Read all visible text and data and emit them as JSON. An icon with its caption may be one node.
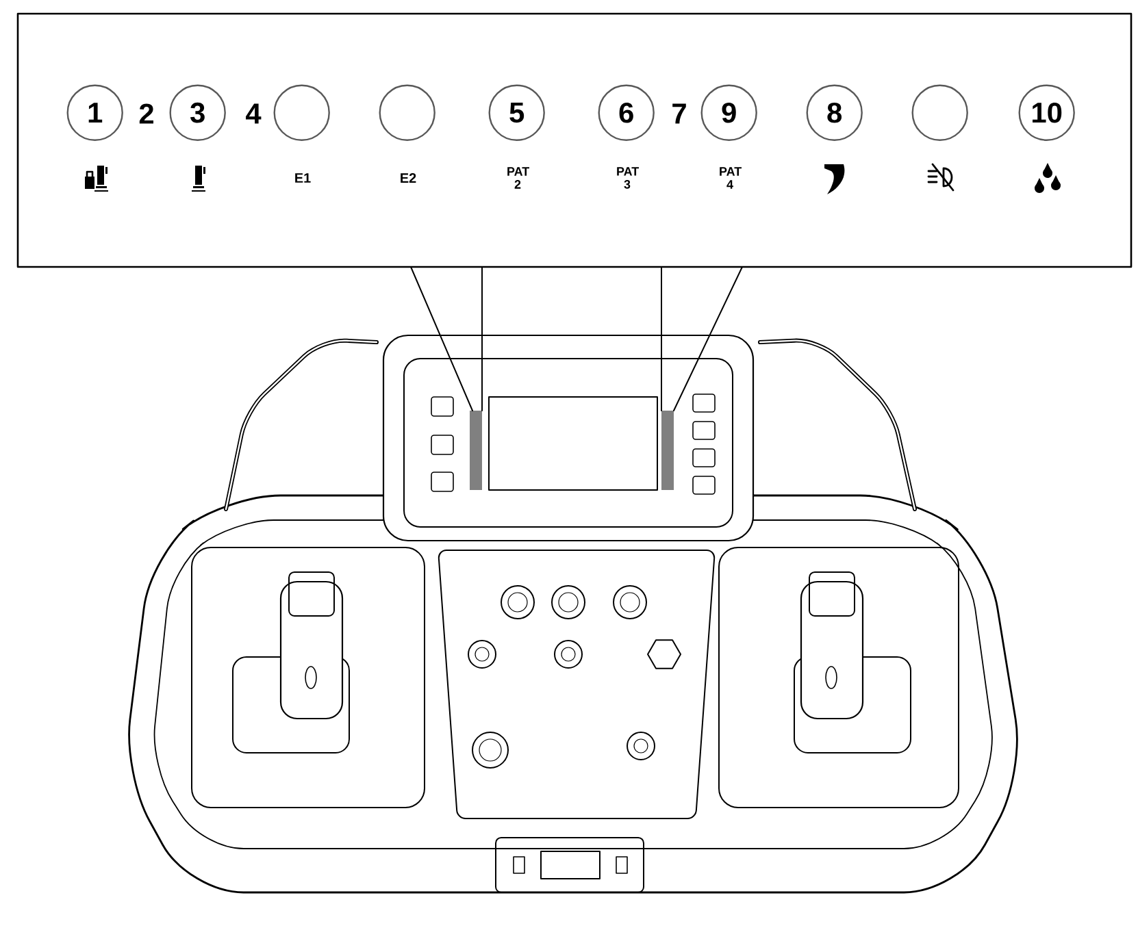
{
  "diagram": {
    "nodes": [
      {
        "text": [],
        "shape": "box"
      },
      {
        "text": [
          "1"
        ],
        "in": 0
      },
      {
        "text": [
          "3"
        ],
        "in": 0
      },
      {
        "text": [],
        "shape": "circle",
        "in": 0
      },
      {
        "text": [],
        "shape": "circle",
        "in": 0
      },
      {
        "text": [
          "5"
        ],
        "in": 0
      },
      {
        "text": [
          "6"
        ],
        "in": 0
      },
      {
        "text": [
          "9"
        ],
        "in": 0
      },
      {
        "text": [
          "8"
        ],
        "in": 0
      },
      {
        "text": [],
        "shape": "circle",
        "in": 0
      },
      {
        "text": [
          "10"
        ],
        "in": 0
      }
    ],
    "labels": [
      "2",
      "4",
      "7",
      "E1",
      "E2",
      "PAT 2",
      "PAT 3",
      "PAT 4"
    ]
  }
}
